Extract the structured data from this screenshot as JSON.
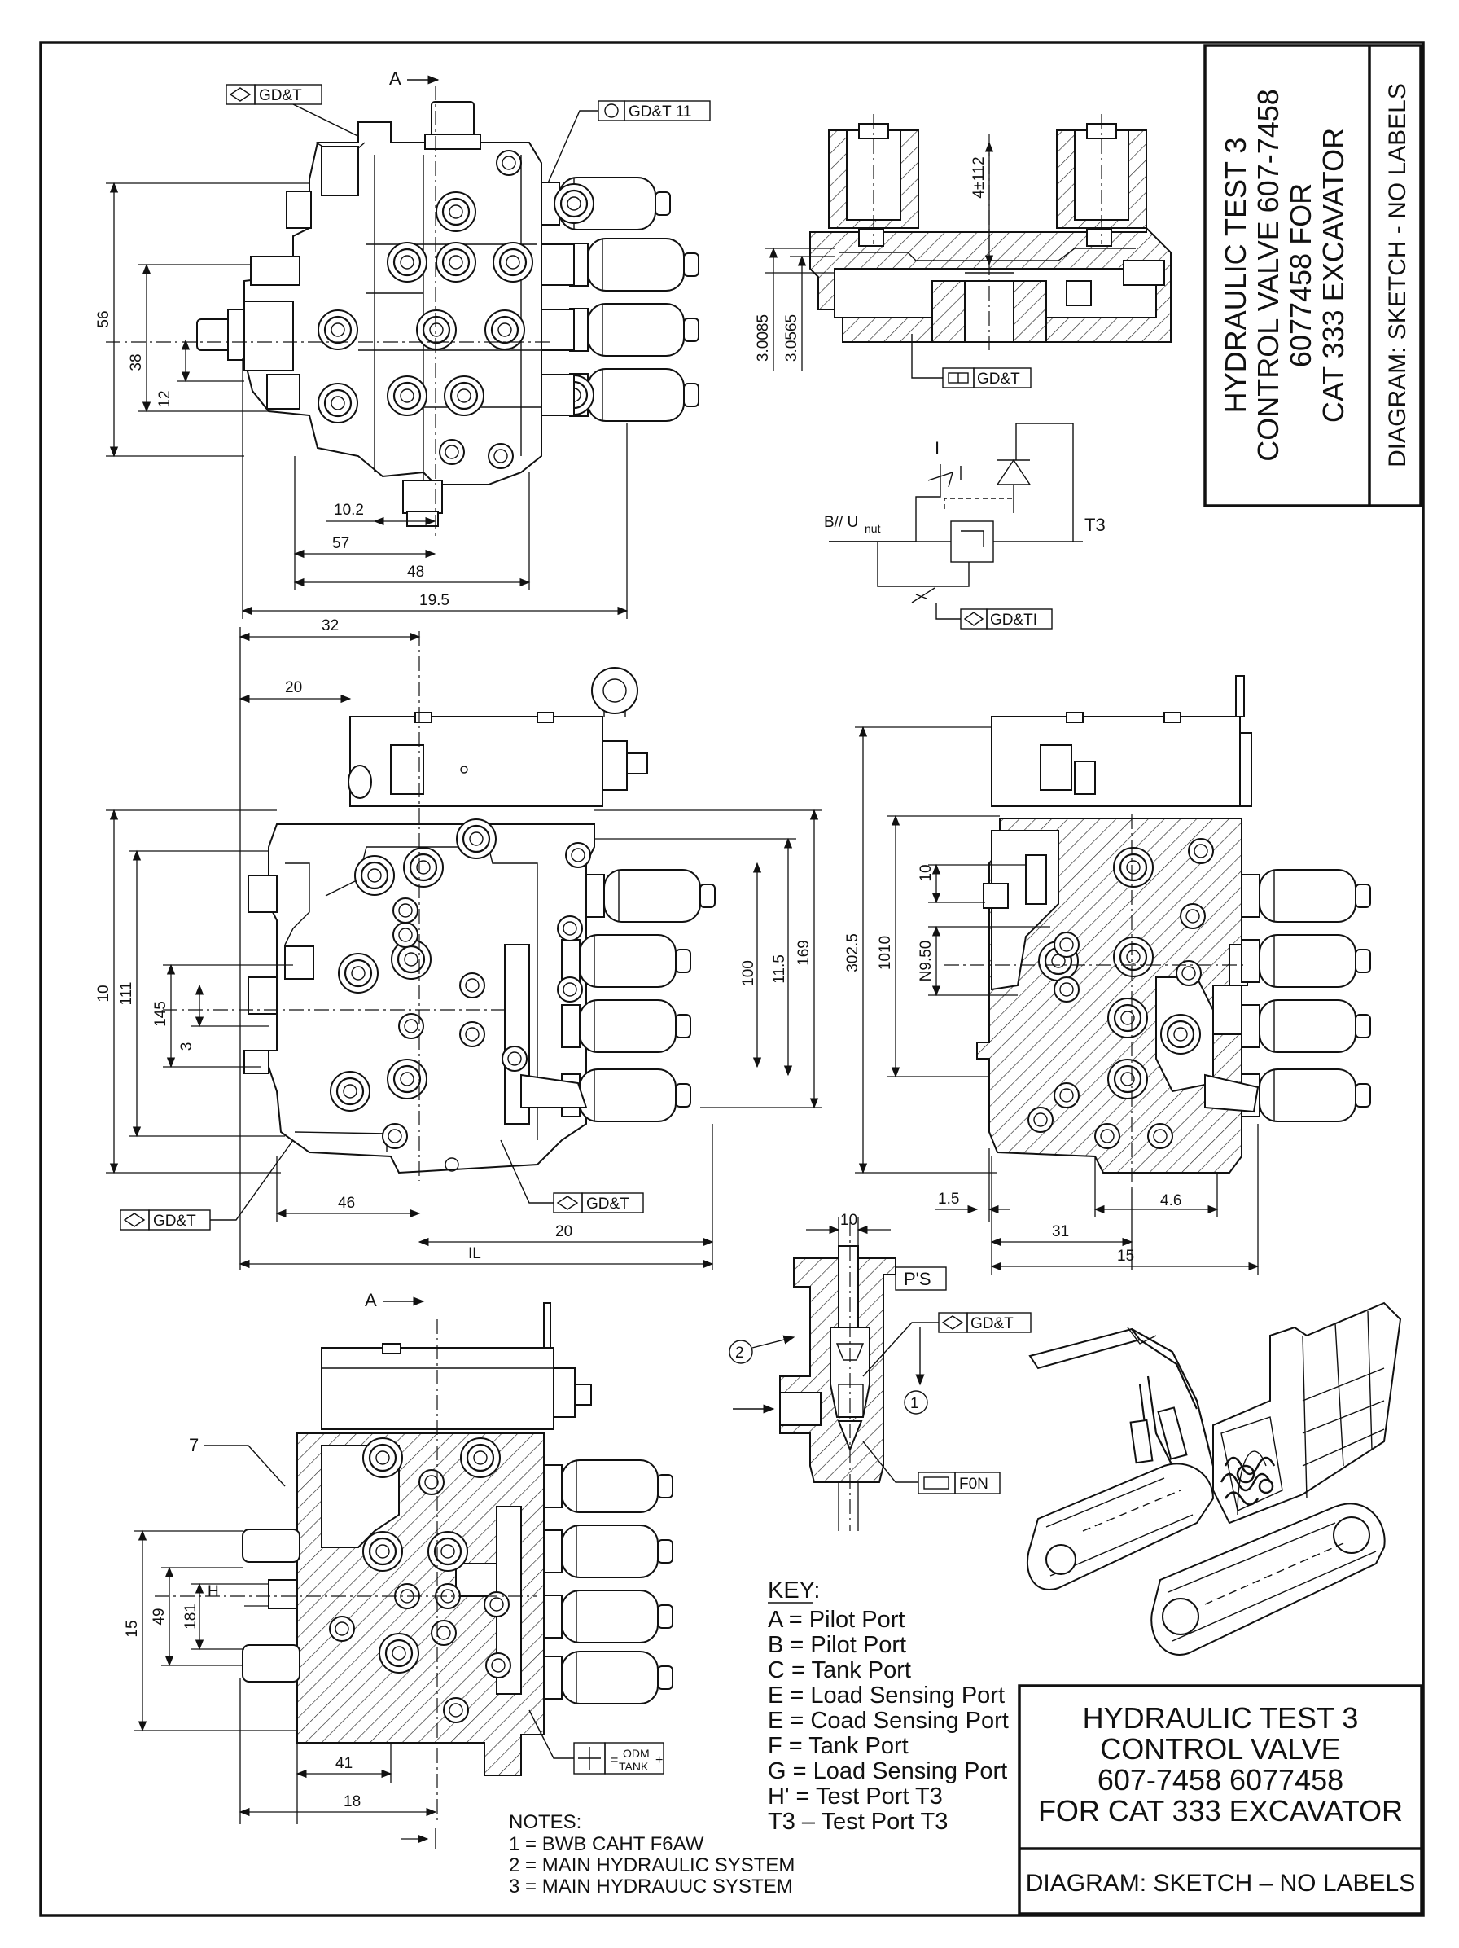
{
  "title_block_vertical": {
    "line1": "HYDRAULIC TEST 3",
    "line2": "CONTROL VALVE 607-7458",
    "line3": "6077458    FOR",
    "line4": "CAT 333 EXCAVATOR",
    "subtitle": "DIAGRAM: SKETCH - NO LABELS"
  },
  "title_block_bottom": {
    "line1": "HYDRAULIC TEST 3",
    "line2": "CONTROL VALVE",
    "line3": "607-7458 6077458",
    "line4": "FOR CAT 333 EXCAVATOR",
    "subtitle": "DIAGRAM: SKETCH – NO LABELS"
  },
  "gdt_labels": {
    "g1": "GD&T",
    "g2": "GD&T 11",
    "g3": "GD&T",
    "g4": "GD&TI",
    "g5": "GD&T",
    "g6": "GD&T",
    "g7": "GD&T",
    "g8": "F0N",
    "g9": "P'S",
    "g10": "ODM",
    "g11": "TANK"
  },
  "view1": {
    "arrow_label": "A",
    "dims": [
      "56",
      "38",
      "12",
      "10.2",
      "57",
      "48",
      "19.5"
    ]
  },
  "section1": {
    "dims": [
      "4±112",
      "3.0085",
      "3.0565"
    ]
  },
  "schematic": {
    "label_left": "B// U",
    "label_sub": "nut",
    "label_right": "T3",
    "label_top": "I"
  },
  "view2": {
    "dims": [
      "32",
      "20",
      "10",
      "111",
      "145",
      "3",
      "100",
      "11.5",
      "169",
      "46",
      "20",
      "IL"
    ]
  },
  "view3": {
    "dims": [
      "302.5",
      "1010",
      "10",
      "N9.50",
      "1.5",
      "4.6",
      "31",
      "15"
    ]
  },
  "view4": {
    "arrow_label": "A",
    "callout": "7",
    "dims": [
      "15",
      "49",
      "181",
      "H",
      "41",
      "18"
    ]
  },
  "detail": {
    "dims": [
      "10"
    ],
    "callouts": [
      "2",
      "1"
    ]
  },
  "key": {
    "heading": "KEY:",
    "items": [
      "A = Pilot Port",
      "B = Pilot Port",
      "C = Tank Port",
      "E = Load Sensing Port",
      "E = Coad Sensing Port",
      "F = Tank Port",
      "G = Load Sensing Port",
      "H' = Test Port T3",
      "T3 – Test Port T3"
    ]
  },
  "notes": {
    "heading": "NOTES:",
    "items": [
      "1 = BWB CAHT F6AW",
      "2 = MAIN HYDRAULIC SYSTEM",
      "3 = MAIN HYDRAUUC SYSTEM"
    ]
  }
}
